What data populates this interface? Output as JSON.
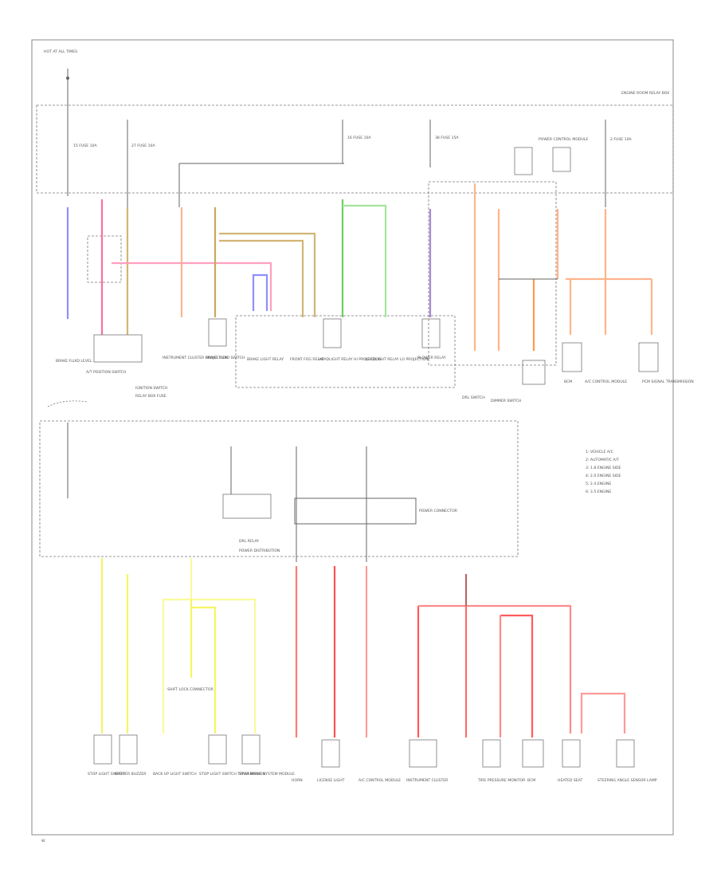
{
  "power": {
    "source_label": "HOT AT ALL TIMES",
    "block_label": "ENGINE ROOM RELAY BOX"
  },
  "upper": {
    "fuses": [
      {
        "id": "f1",
        "label": "15 FUSE 10A"
      },
      {
        "id": "f2",
        "label": "27 FUSE 10A"
      },
      {
        "id": "f3",
        "label": "16 FUSE 10A"
      },
      {
        "id": "f4",
        "label": "38 FUSE 15A"
      },
      {
        "id": "f5",
        "label": "POWER CONTROL MODULE"
      },
      {
        "id": "f6",
        "label": "2 FUSE 10A"
      }
    ],
    "loads": [
      {
        "id": "u1",
        "label": "BRAKE FLUID LEVEL"
      },
      {
        "id": "u2",
        "label": "A/T POSITION SWITCH"
      },
      {
        "id": "u3",
        "label": "INSTRUMENT CLUSTER PROJECTION"
      },
      {
        "id": "u4",
        "label": "BRAKE FLUID SWITCH"
      },
      {
        "id": "u5",
        "label": "BRAKE LIGHT RELAY"
      },
      {
        "id": "u6",
        "label": "FRONT FOG RELAY"
      },
      {
        "id": "u7",
        "label": "HEADLIGHT RELAY HI PROJECTION"
      },
      {
        "id": "u8",
        "label": "HEADLIGHT RELAY LO PROJECTION"
      },
      {
        "id": "u9",
        "label": "BLOWER RELAY"
      },
      {
        "id": "u10",
        "label": "DRL SWITCH"
      },
      {
        "id": "u11",
        "label": "DIMMER SWITCH"
      },
      {
        "id": "u12",
        "label": "BCM"
      },
      {
        "id": "u13",
        "label": "A/C CONTROL MODULE"
      },
      {
        "id": "u14",
        "label": "PCM SIGNAL TRANSMISSION"
      }
    ],
    "sub_label": "IGNITION SWITCH",
    "sub2_label": "RELAY BOX FUSE"
  },
  "legend": {
    "items": [
      "1: VEHICLE A/C",
      "2: AUTOMATIC A/T",
      "3: 1.8 ENGINE SIDE",
      "4: 2.0 ENGINE SIDE",
      "5: 2.4 ENGINE",
      "6: 3.5 ENGINE"
    ]
  },
  "middle": {
    "relay_box_label": "POWER DISTRIBUTION",
    "fuse_block_label": "DRL RELAY",
    "right_label": "POWER CONNECTOR"
  },
  "lower": {
    "loads": [
      {
        "id": "l1",
        "label": "STOP LIGHT SWITCH"
      },
      {
        "id": "l2",
        "label": "SHIFTER BUZZER"
      },
      {
        "id": "l3",
        "label": "BACK UP LIGHT SWITCH"
      },
      {
        "id": "l4",
        "label": "STOP LIGHT SWITCH TRANSMISSION"
      },
      {
        "id": "l5",
        "label": "STOP BRAKE SYSTEM MODULE"
      },
      {
        "id": "l6",
        "label": "HORN"
      },
      {
        "id": "l7",
        "label": "LICENSE LIGHT"
      },
      {
        "id": "l8",
        "label": "A/C CONTROL MODULE"
      },
      {
        "id": "l9",
        "label": "INSTRUMENT CLUSTER"
      },
      {
        "id": "l10",
        "label": "TIRE PRESSURE MONITOR"
      },
      {
        "id": "l11",
        "label": "BCM"
      },
      {
        "id": "l12",
        "label": "HEATED SEAT"
      },
      {
        "id": "l13",
        "label": "STEERING ANGLE SENSOR LAMP"
      }
    ],
    "conn_label": "SHIFT LOCK CONNECTOR"
  },
  "footer": {
    "page_ref": "W"
  },
  "colors": {
    "blue": "#8f8fff",
    "pink": "#ff6f9f",
    "tan": "#d2b574",
    "peach": "#ffb48a",
    "green": "#6dcf5d",
    "lightgreen": "#a5e59d",
    "violet": "#a888d8",
    "orange": "#ff9a48",
    "yellow": "#f5f563",
    "red": "#ff6a6a",
    "gray": "#777777"
  }
}
